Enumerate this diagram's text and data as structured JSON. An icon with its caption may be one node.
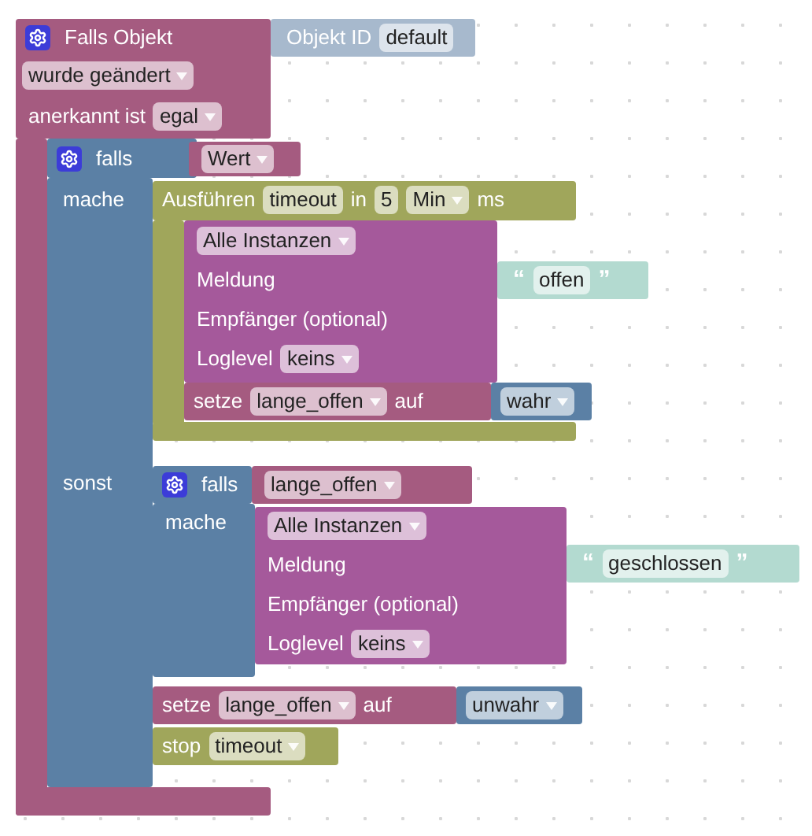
{
  "diagram": {
    "nodes": [
      {
        "text": [
          "Falls Objekt",
          "wurde geändert",
          "anerkannt ist",
          "egal"
        ]
      },
      {
        "text": [
          "Objekt ID",
          "default"
        ]
      },
      {
        "text": [
          "falls",
          "mache",
          "sonst"
        ],
        "in": 0
      },
      {
        "text": [
          "Wert"
        ]
      },
      {
        "text": [
          "Ausführen",
          "timeout",
          "in",
          "5",
          "Min",
          "ms"
        ]
      },
      {
        "text": [
          "Alle Instanzen",
          "Meldung",
          "Empfänger (optional)",
          "Loglevel",
          "keins"
        ],
        "in": 4
      },
      {
        "text": [
          "“",
          "offen",
          "”"
        ]
      },
      {
        "text": [
          "setze",
          "lange_offen",
          "auf"
        ],
        "in": 4
      },
      {
        "text": [
          "wahr"
        ]
      },
      {
        "text": [
          "falls",
          "mache"
        ],
        "in": 0
      },
      {
        "text": [
          "lange_offen"
        ]
      },
      {
        "text": [
          "Alle Instanzen",
          "Meldung",
          "Empfänger (optional)",
          "Loglevel",
          "keins"
        ]
      },
      {
        "text": [
          "“",
          "geschlossen",
          "”"
        ]
      },
      {
        "text": [
          "setze",
          "lange_offen",
          "auf"
        ]
      },
      {
        "text": [
          "unwahr"
        ]
      },
      {
        "text": [
          "stop",
          "timeout"
        ]
      }
    ]
  }
}
